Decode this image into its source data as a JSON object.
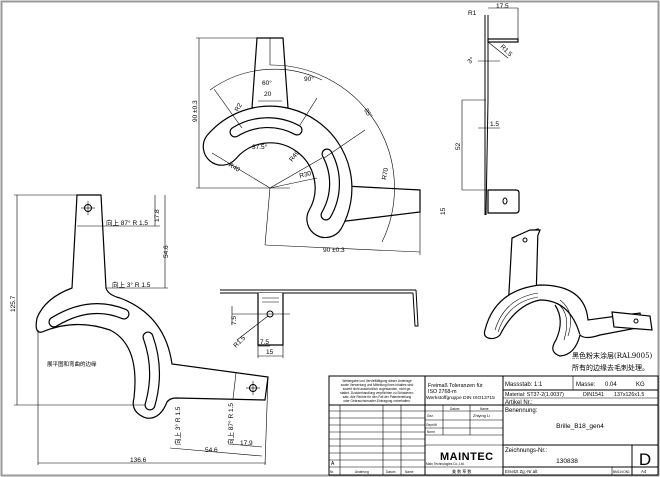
{
  "flat_view": {
    "dim_tab_height": "17.8",
    "dim_tab_length": "54.6",
    "bend_upper_1": "向上 87° R 1.5",
    "bend_upper_2": "向上 3° R 1.5",
    "dim_total_height": "125.7",
    "dim_total_width": "136.6",
    "bend_lower_1": "向上 3° R 1.5",
    "bend_lower_2": "向上 87° R 1.5",
    "dim_lower_tab_length": "54.6",
    "dim_lower_tab_height": "17.9",
    "label": "展平图和弯曲的边缘"
  },
  "top_view": {
    "dim_height": "90 ±0.3",
    "dim_width": "90 ±0.3",
    "angle_60": "60°",
    "dim_20": "20",
    "angle_90": "90°",
    "angle_85": "85°",
    "radius_r2": "R2",
    "angle_37_5": "37.5°",
    "radius_r40": "R40",
    "radius_r49": "R49",
    "radius_r30": "R30",
    "radius_r70": "R70"
  },
  "side_view": {
    "dim_17_5": "17.5",
    "radius_r1": "R1",
    "radius_r1_5": "R1.5",
    "angle_3": "3°",
    "dim_1_5": "1.5",
    "dim_52": "52",
    "dim_15": "15"
  },
  "front_view": {
    "dim_7_5_v": "7.5",
    "radius_r1_5": "R1.5",
    "dim_7_5_h": "7.5",
    "dim_15": "15"
  },
  "notes": {
    "line1": "黑色粉末涂层(RAL9005)",
    "line2": "所有的边缘去毛刺处理。"
  },
  "title_block": {
    "copyright_lines": [
      "Weitergabe und Vervielfältigung dieser Unterlage",
      "sowie Verwertung und Mitteilung ihres Inhaltes sind",
      "soweit nicht ausdrücklich zugestanden, nicht ge-",
      "stattet. Zuwiderhandlung verpflichten zu Schadener-",
      "satz. Alle Rechte für den Fall der Patenterteilung",
      "oder Gebrauchsmuster-Eintragung vorbehalten."
    ],
    "tolerance_1": "Freimaß Toleranzen für",
    "tolerance_2": "ISO 2768-m",
    "tolerance_3": "Werkstoffgruppe DIN ISO13715",
    "col_datum": "Datum",
    "col_name": "Name",
    "row_gez": "Gez.",
    "row_gez_name": "Zhiying Li",
    "row_geprueft": "Geprüft",
    "row_norm": "Norm",
    "logo": "MAINTEC",
    "company": "Main Technologies Co.,Ltd.",
    "rev_letter": "A",
    "rev_nr": "Nr.",
    "rev_aenderung": "Änderung",
    "rev_datum": "Datum",
    "rev_name": "Name",
    "bottom_middle": "美 数 草 数",
    "massstab": "Massstab: 1:1",
    "masse_label": "Masse:",
    "masse_value": "0.04",
    "masse_unit": "KG",
    "material": "Material: ST37-2(1.0037)",
    "material_norm": "DIN1541",
    "material_size": "137x126x1.5",
    "artikel": "Artikel Nr.:",
    "benennung_label": "Benennung:",
    "benennung_value": "Brille_B18_gen4",
    "zeichnung_label": "Zeichnungs-Nr.:",
    "zeichnung_value": "130838",
    "revision": "D",
    "ersetzt": "Ersetzt Zg.-Nr.alt",
    "sheet": "BM11VON1",
    "format": "A4"
  }
}
